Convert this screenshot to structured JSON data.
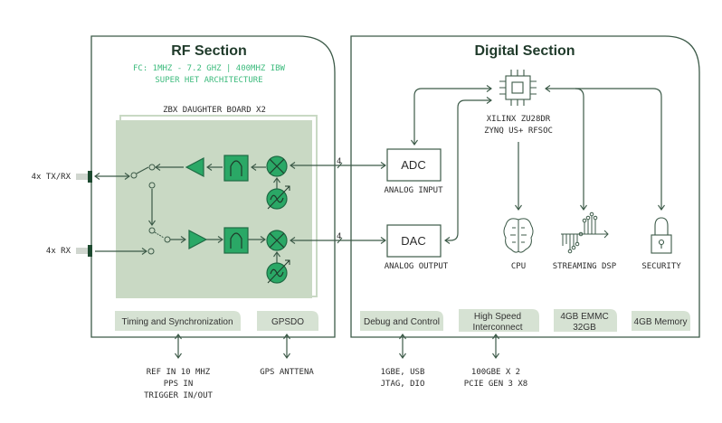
{
  "rf_section": {
    "title": "RF Section",
    "spec_line1": "FC: 1MHZ - 7.2 GHZ | 400MHZ IBW",
    "spec_line2": "SUPER HET ARCHITECTURE",
    "daughterboard_label": "ZBX DAUGHTER BOARD X2",
    "port_txrx": "4x TX/RX",
    "port_rx": "4x RX",
    "modules": [
      "Timing and Synchronization",
      "GPSDO"
    ],
    "io": {
      "timing": [
        "REF IN 10 MHZ",
        "PPS IN",
        "TRIGGER IN/OUT"
      ],
      "gpsdo": [
        "GPS ANTTENA"
      ]
    }
  },
  "digital_section": {
    "title": "Digital Section",
    "adc": {
      "label": "ADC",
      "caption": "ANALOG INPUT"
    },
    "dac": {
      "label": "DAC",
      "caption": "ANALOG OUTPUT"
    },
    "fpga": [
      "XILINX ZU28DR",
      "ZYNQ US+ RFSOC"
    ],
    "blocks": {
      "cpu": "CPU",
      "dsp": "STREAMING DSP",
      "security": "SECURITY"
    },
    "modules": [
      "Debug and Control",
      [
        "High Speed",
        "Interconnect"
      ],
      [
        "4GB EMMC",
        "32GB"
      ],
      "4GB Memory"
    ],
    "io": {
      "debug": [
        "1GBE, USB",
        "JTAG, DIO"
      ],
      "interconnect": [
        "100GBE X 2",
        "PCIE GEN 3 X8"
      ]
    }
  },
  "colors": {
    "accent": "#3dbb7d",
    "component": "#2aa866",
    "board": "#c9d9c4",
    "module": "#d6e2d3",
    "line": "#3c5a48"
  },
  "icons": [
    "chip-icon",
    "brain-cpu-icon",
    "signal-dsp-icon",
    "padlock-icon",
    "amplifier-icon",
    "bandpass-filter-icon",
    "mixer-icon",
    "oscillator-icon"
  ]
}
